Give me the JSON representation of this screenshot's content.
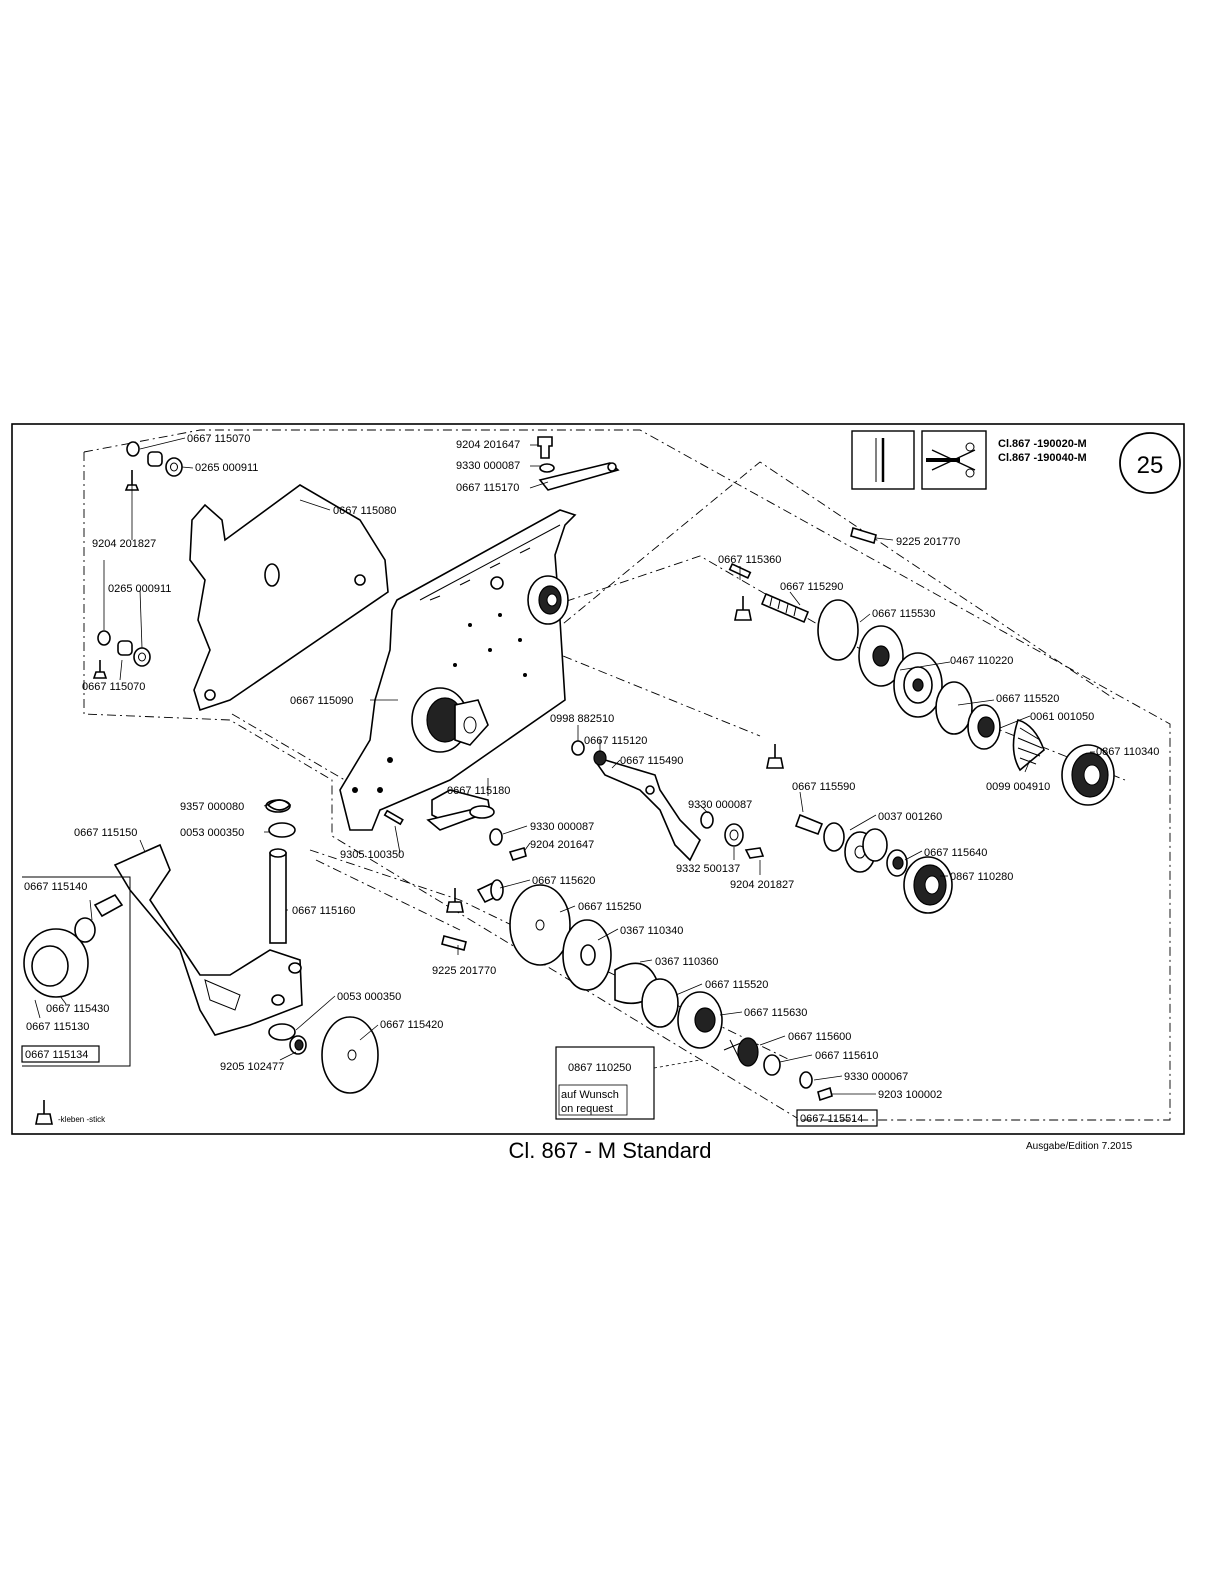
{
  "header": {
    "model_line_1": "Cl.867 -190020-M",
    "model_line_2": "Cl.867 -190040-M",
    "page_number": "25"
  },
  "footer": {
    "title": "Cl. 867 - M Standard",
    "edition": "Ausgabe/Edition  7.2015"
  },
  "legend": {
    "glue_label": "-kleben -stick"
  },
  "notes": {
    "optional_part": "0867 110250",
    "optional_line_1": "auf Wunsch",
    "optional_line_2": "on request"
  },
  "kits": {
    "kit_left": "0667 115134",
    "kit_bottom": "0667 115514"
  },
  "parts": [
    "0667 115070",
    "0265 000911",
    "9204 201827",
    "0265 000911",
    "0667 115070",
    "0667 115080",
    "9204 201647",
    "9330 000087",
    "0667 115170",
    "9225 201770",
    "0667 115360",
    "0667 115290",
    "0667 115530",
    "0467 110220",
    "0667 115520",
    "0061 001050",
    "0867 110340",
    "0099 004910",
    "0667 115090",
    "0998 882510",
    "0667 115120",
    "0667 115490",
    "0667 115180",
    "9330 000087",
    "0667 115590",
    "0037 001260",
    "0667 115640",
    "0867 110280",
    "9357 000080",
    "0053 000350",
    "0667 115150",
    "9330 000087",
    "9204 201647",
    "9332 500137",
    "9204 201827",
    "9305 100350",
    "0667 115140",
    "0667 115620",
    "0667 115250",
    "0667 115160",
    "0367 110340",
    "9225 201770",
    "0367 110360",
    "0667 115520",
    "0667 115430",
    "0667 115130",
    "0053 000350",
    "0667 115630",
    "0667 115420",
    "0667 115600",
    "0667 115610",
    "9205 102477",
    "9330 000067",
    "9203 100002"
  ]
}
